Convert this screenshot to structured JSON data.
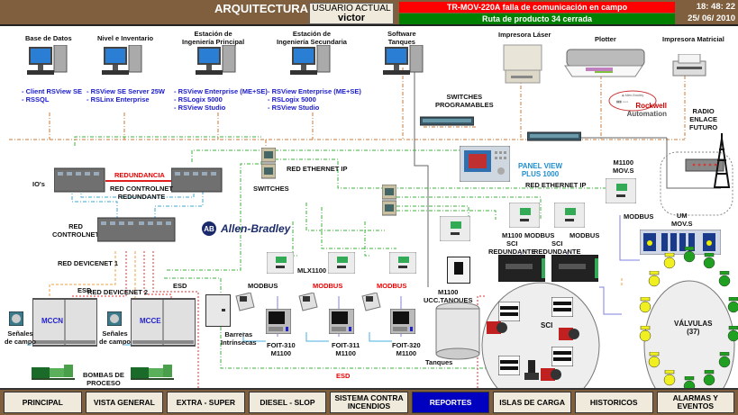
{
  "header": {
    "title": "ARQUITECTURA",
    "user_label": "USUARIO ACTUAL",
    "user_name": "victor",
    "alarm_text": "TR-MOV-220A falla de comunicación en campo",
    "event_text": "Ruta de producto 34 cerrada",
    "time": "18: 48: 22",
    "date": "25/ 06/ 2010",
    "colors": {
      "bar": "#7f5f3e",
      "alarm": "#ff0000",
      "event": "#008000",
      "active_tab": "#0000c0"
    }
  },
  "stations": [
    {
      "title": "Base de Datos",
      "software": [
        "- Client RSView SE",
        "- RSSQL"
      ]
    },
    {
      "title": "Nivel e Inventario",
      "software": [
        "- RSView SE Server 25W",
        "- RSLinx Enterprise"
      ]
    },
    {
      "title": "Estación de\nIngeniería Principal",
      "software": [
        "- RSView Enterprise (ME+SE)",
        "- RSLogix 5000",
        "- RSView Studio"
      ]
    },
    {
      "title": "Estación de\nIngeniería Secundaria",
      "software": [
        "- RSView Enterprise (ME+SE)",
        "- RSLogix 5000",
        "- RSView Studio"
      ]
    },
    {
      "title": "Software\nTanques",
      "software": []
    }
  ],
  "peripherals": {
    "laser_printer": "Impresora Láser",
    "plotter": "Plotter",
    "matrix_printer": "Impresora Matricial"
  },
  "labels": {
    "switches_programables": "SWITCHES\nPROGRAMABLES",
    "radio": "RADIO\nENLACE\nFUTURO",
    "rockwell": "Rockwell",
    "automation": "Automation",
    "ios": "IO's",
    "redundancia": "REDUNDANCIA",
    "red_controlnet_red": "RED CONTROLNET\nREDUNDANTE",
    "red_controlnet": "RED\nCONTROLNET",
    "red_ethernet_1": "RED ETHERNET IP",
    "red_ethernet_2": "RED ETHERNET IP",
    "switches": "SWITCHES",
    "allen_bradley": "Allen-Bradley",
    "ab_logo": "AB",
    "panel_view": "PANEL VIEW\nPLUS 1000",
    "m1100_movs": "M1100\nMOV.S",
    "modbus_movs": "MODBUS",
    "um_movs": "UM\nMOV.S",
    "m1100_sci_red": "M1100\nSCI\nREDUNDANTE",
    "modbus_sci1": "MODBUS",
    "modbus_sci2": "MODBUS",
    "sci_redundante": "SCI\nREDUNDANTE",
    "devicenet1": "RED DEVICENET 1",
    "devicenet2": "RED DEVICENET 2",
    "esd1": "ESD",
    "esd2": "ESD",
    "esd_bottom": "ESD",
    "mccn": "MCCN",
    "mcce": "MCCE",
    "senales1": "Señales\nde campo",
    "senales2": "Señales\nde campo",
    "bombas": "BOMBAS DE\nPROCESO",
    "barreras": "Barreras\nIntrínsecas",
    "mlx1100": "MLX1100",
    "modbus_a": "MODBUS",
    "modbus_b": "MODBUS",
    "modbus_c": "MODBUS",
    "foit310": "FOIT-310\nM1100",
    "foit311": "FOIT-311\nM1100",
    "foit320": "FOIT-320\nM1100",
    "m1100_ucc": "M1100\nUCC.TANQUES",
    "tanques": "Tanques",
    "sci": "SCI",
    "valvulas": "VÁLVULAS\n(37)"
  },
  "nav": [
    {
      "label": "PRINCIPAL",
      "active": false
    },
    {
      "label": "VISTA GENERAL",
      "active": false
    },
    {
      "label": "EXTRA - SUPER",
      "active": false
    },
    {
      "label": "DIESEL - SLOP",
      "active": false
    },
    {
      "label": "SISTEMA CONTRA INCENDIOS",
      "active": false
    },
    {
      "label": "REPORTES",
      "active": true
    },
    {
      "label": "ISLAS DE CARGA",
      "active": false
    },
    {
      "label": "HISTORICOS",
      "active": false
    },
    {
      "label": "ALARMAS Y EVENTOS",
      "active": false
    }
  ]
}
